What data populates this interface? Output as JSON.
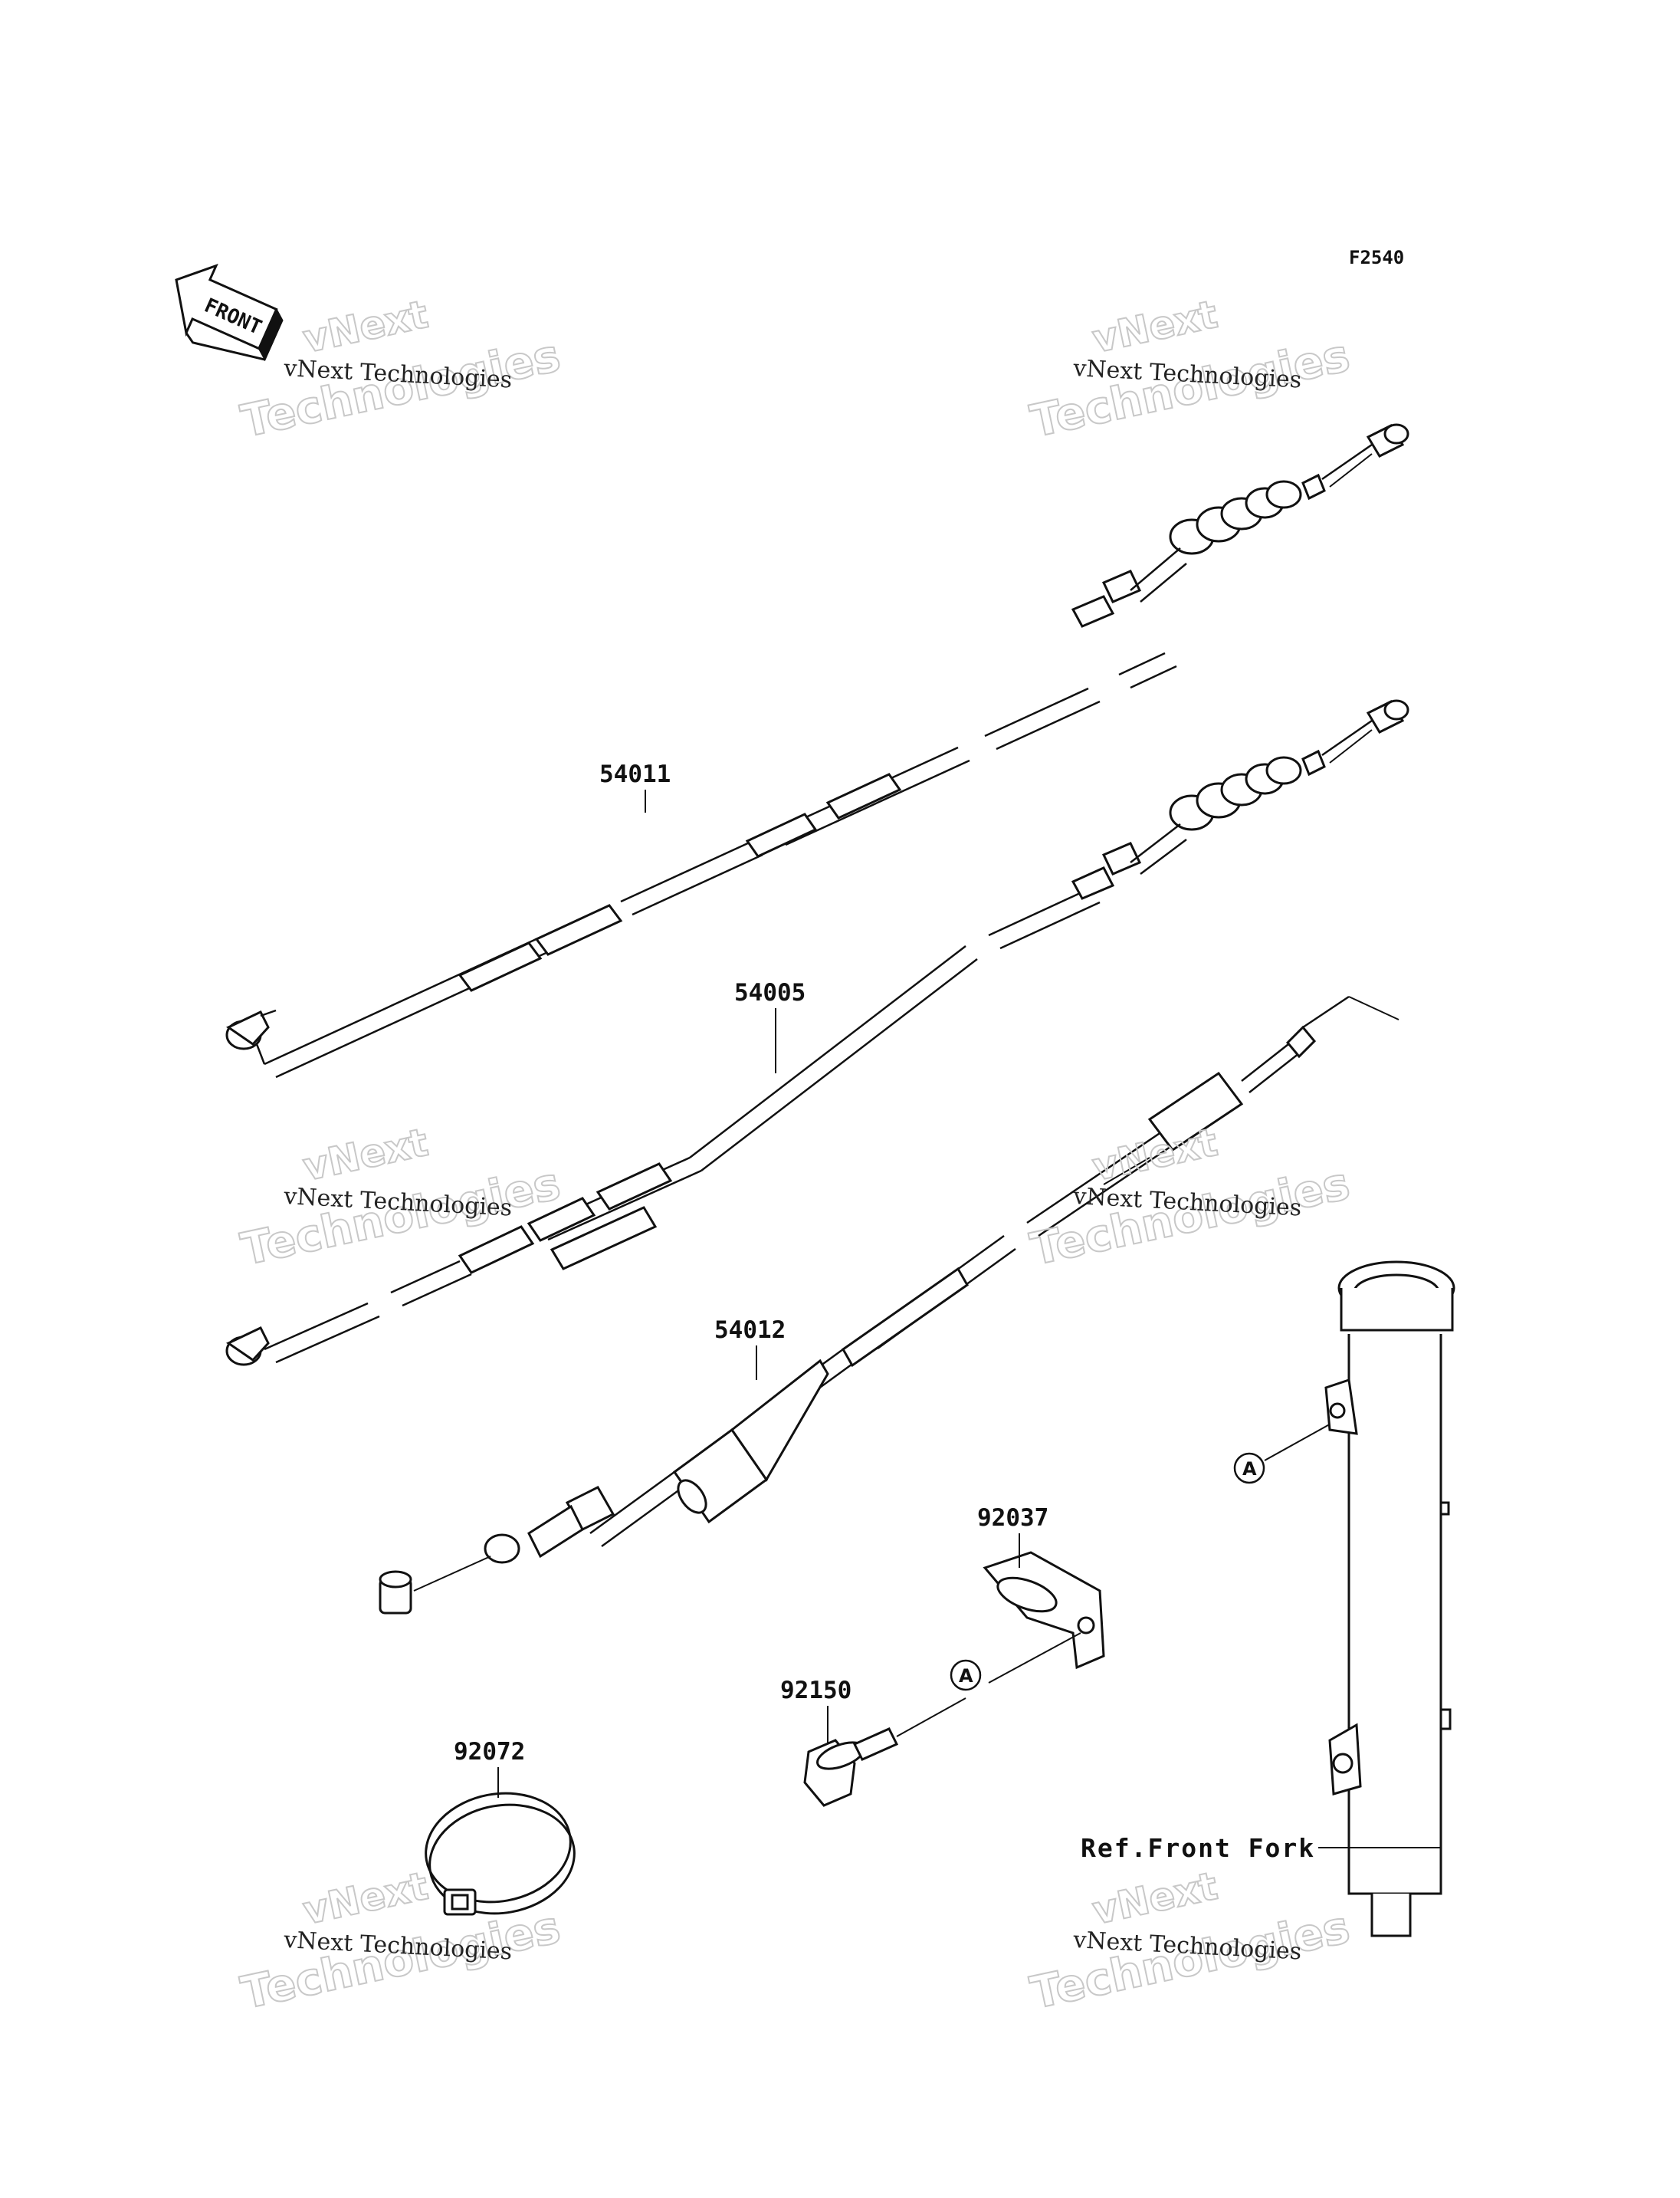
{
  "diagram_code": "F2540",
  "front_arrow": {
    "text": "FRONT"
  },
  "parts": {
    "p54011": "54011",
    "p54005": "54005",
    "p54012": "54012",
    "p92037": "92037",
    "p92150": "92150",
    "p92072": "92072"
  },
  "ref_front_fork": "Ref.Front Fork",
  "connector_letter": "A",
  "watermark": {
    "small": "vNext Technologies",
    "big_top": "vNext",
    "big_bottom": "Technologies"
  }
}
